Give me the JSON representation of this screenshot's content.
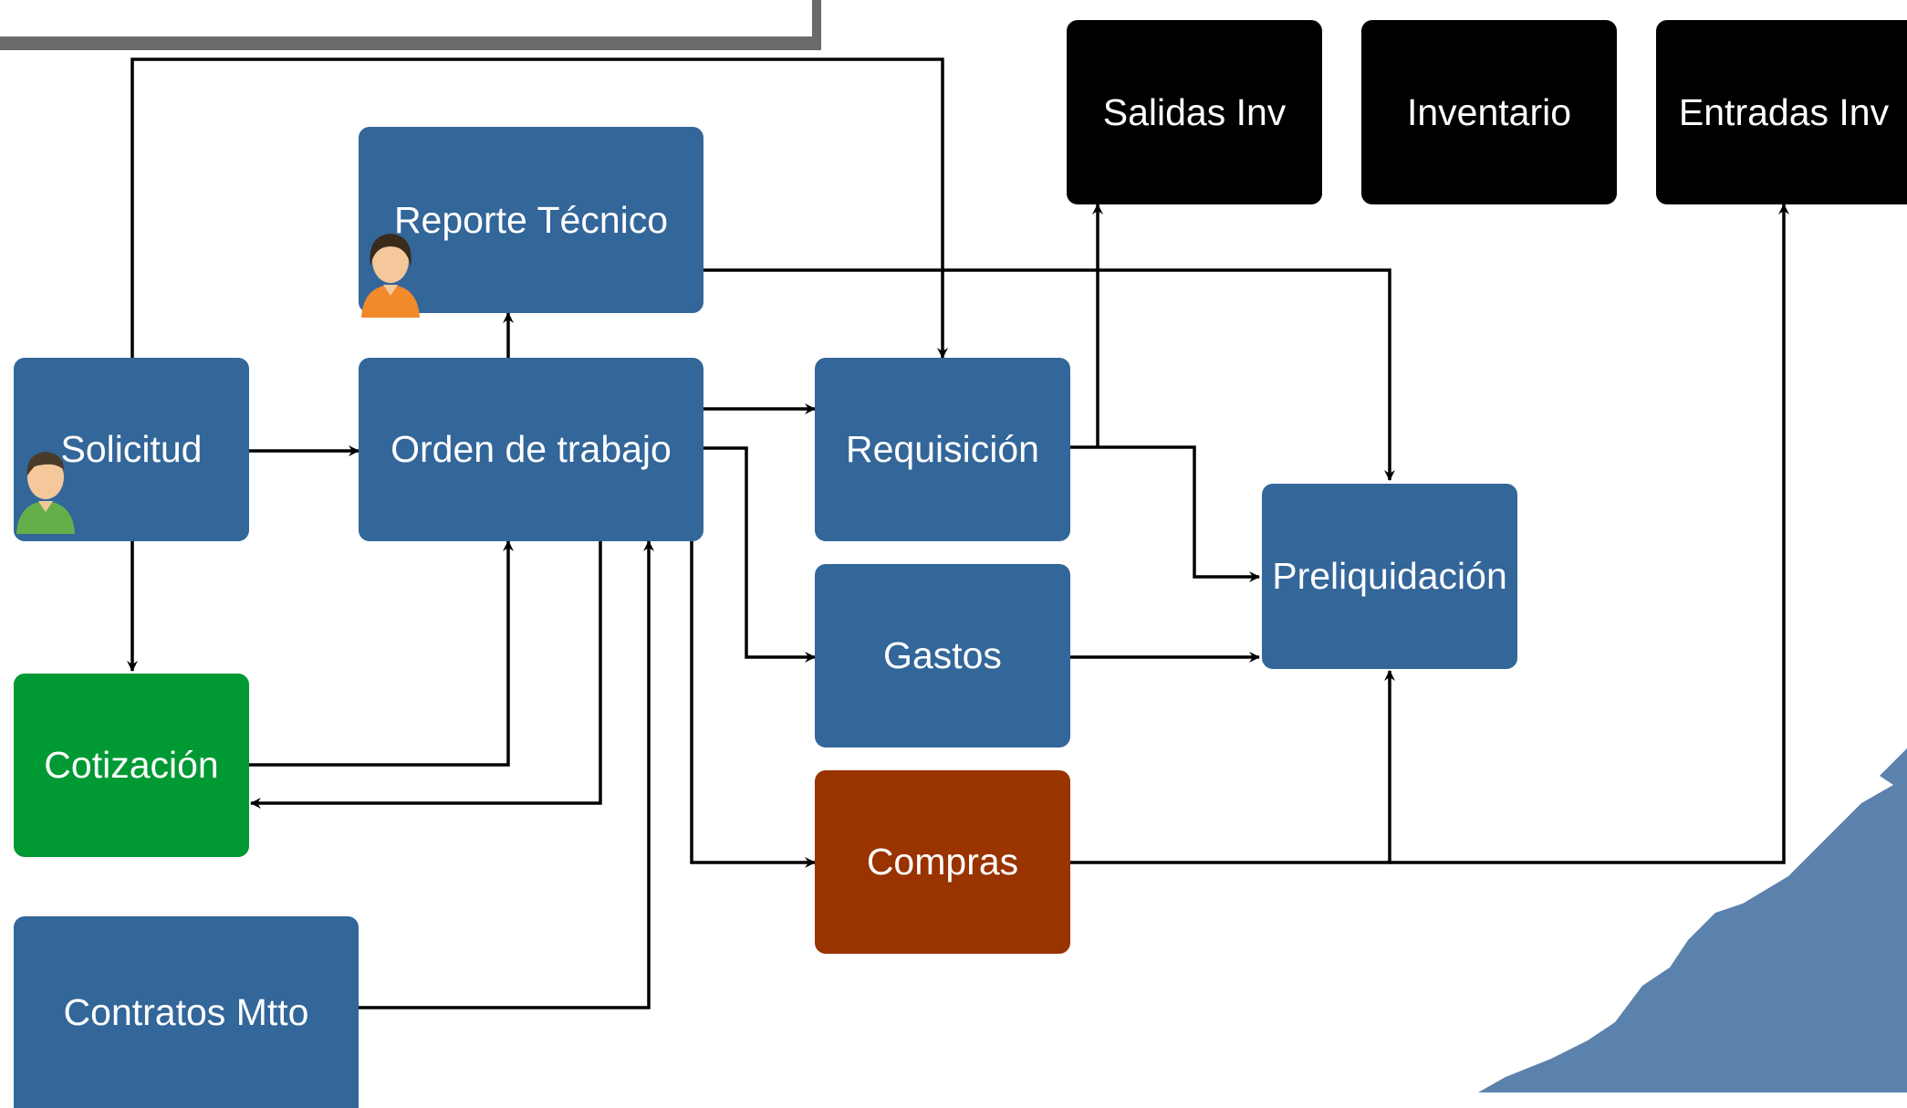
{
  "nodes": {
    "solicitud": "Solicitud",
    "orden_de_trabajo": "Orden de trabajo",
    "reporte_tecnico": "Reporte Técnico",
    "requisicion": "Requisición",
    "gastos": "Gastos",
    "compras": "Compras",
    "preliquidacion": "Preliquidación",
    "cotizacion": "Cotización",
    "contratos_mtto": "Contratos Mtto",
    "salidas_inv": "Salidas Inv",
    "inventario": "Inventario",
    "entradas_inv": "Entradas Inv"
  },
  "colors": {
    "blue": "#336699",
    "green": "#009933",
    "brown": "#993300",
    "black": "#000000",
    "edge": "#000000",
    "title_bar": "#6b6b6b",
    "corner_decoration": "#5b82ac"
  },
  "icons": [
    "user-avatar-icon"
  ]
}
